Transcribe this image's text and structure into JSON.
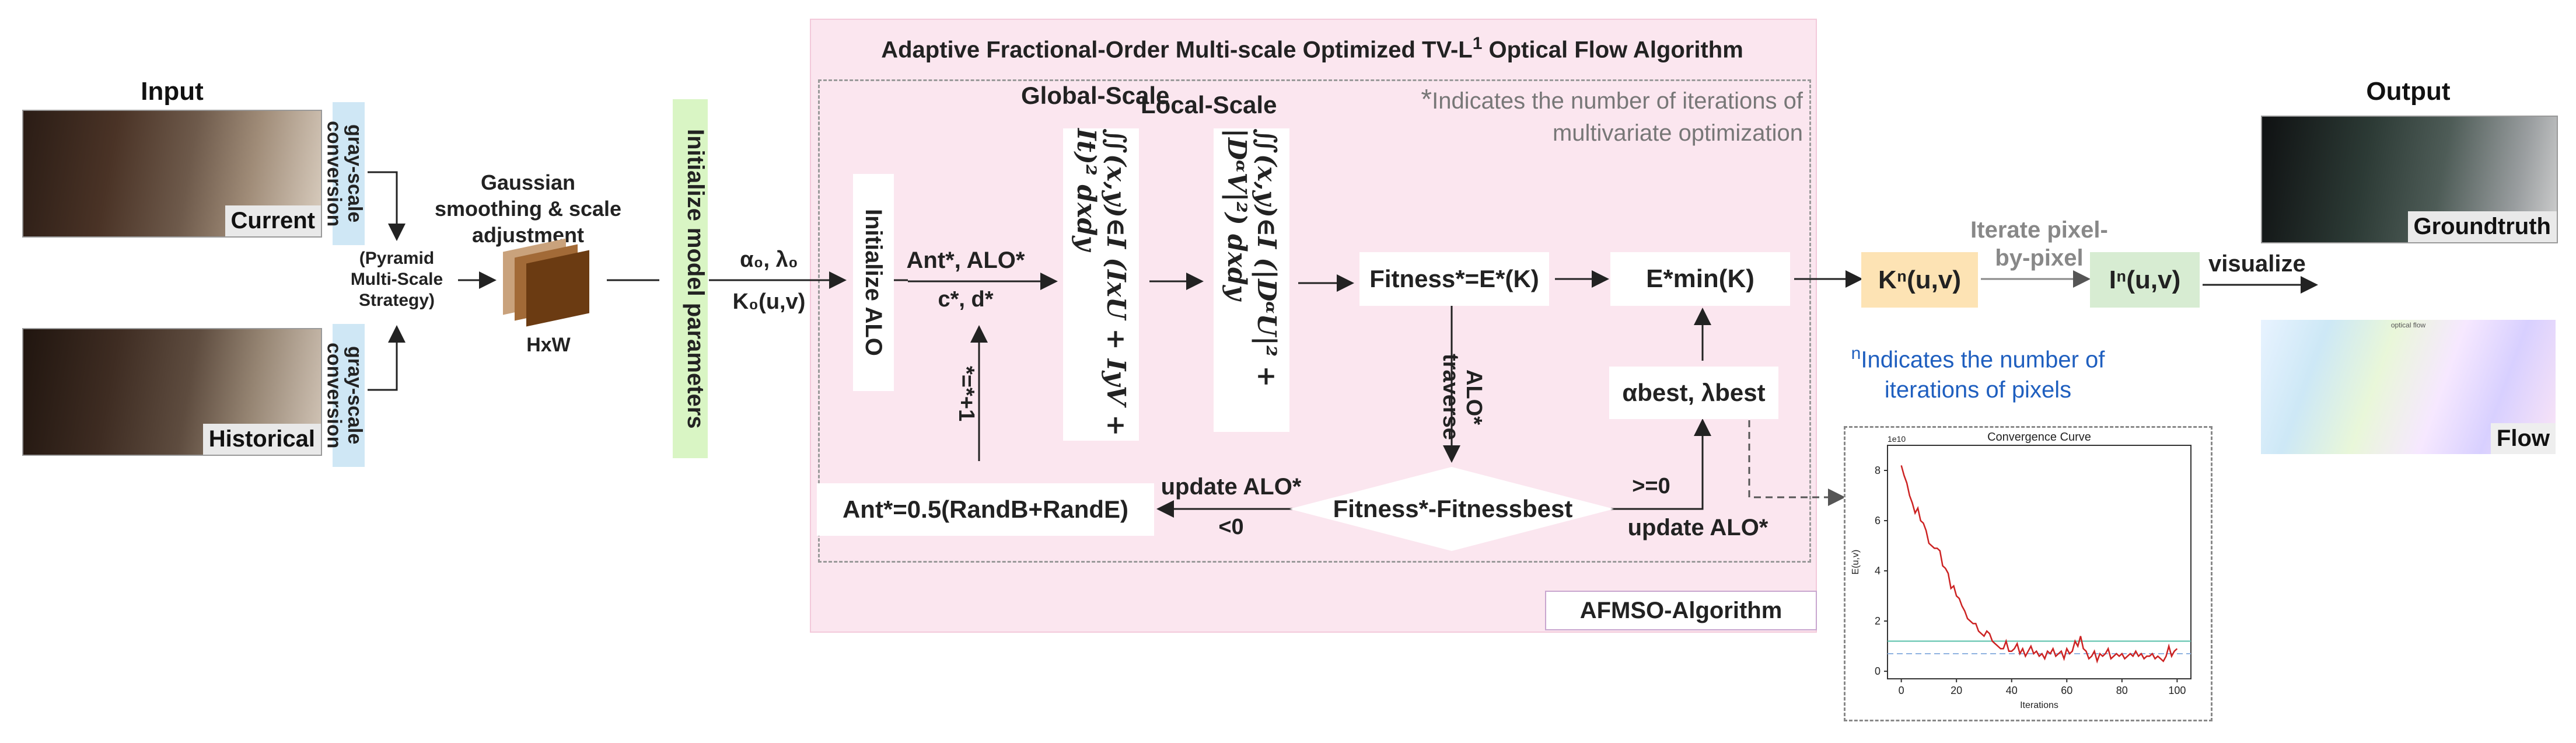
{
  "colors": {
    "algo_bg": "#fbe6ef",
    "algo_border": "#f3c9da",
    "gray_tag": "#cfe7f5",
    "init_params_bg": "#d9f5c4",
    "k_box": "#fde3b4",
    "i_box": "#d7ecd2",
    "blue_note": "#1f5fbf",
    "red_curve": "#cc2222"
  },
  "input": {
    "title": "Input",
    "current_label": "Current",
    "historical_label": "Historical",
    "gray_conversion": "gray-scale conversion",
    "pyramid": "(Pyramid Multi-Scale Strategy)"
  },
  "smoothing": {
    "title": "Gaussian smoothing & scale adjustment",
    "stack_label": "HxW"
  },
  "init_params": {
    "label": "Initialize model parameters",
    "params_line1": "α₀, λ₀",
    "params_line2": "K₀(u,v)"
  },
  "algorithm": {
    "title_main": "Adaptive Fractional-Order Multi-scale Optimized TV-L",
    "title_sup": "1",
    "title_end": " Optical Flow Algorithm",
    "note_star": "*",
    "note": "Indicates the number of iterations of multivariate optimization",
    "init_alo": "Initialize ALO",
    "ant_alo": "Ant*, ALO*",
    "cd": "c*, d*",
    "increment": "*=*+1",
    "global_scale": "Global-Scale",
    "local_scale": "Local-Scale",
    "global_formula": "∬(x,y)∈I (IxU + IyV + It)² dxdy",
    "local_formula": "∬(x,y)∈I (|DᵅU|² + |DᵅV|²) dxdy",
    "fitness": "Fitness*=E*(K)",
    "emin": "E*min(K)",
    "alo_traverse": "ALO* traverse",
    "best": "αbest, λbest",
    "compare": "Fitness*-Fitnessbest",
    "geq": ">=0",
    "lt": "<0",
    "update_left": "update ALO*",
    "update_right": "update ALO*",
    "ant_update": "Ant*=0.5(RandB+RandE)",
    "afmso_label": "AFMSO-Algorithm"
  },
  "pixel": {
    "k": "Kⁿ(u,v)",
    "iterate": "Iterate pixel-by-pixel",
    "i": "Iⁿ(u,v)",
    "visualize": "visualize",
    "note_sup": "n",
    "note": "Indicates the number of iterations of pixels"
  },
  "output": {
    "title": "Output",
    "groundtruth": "Groundtruth",
    "flow": "Flow",
    "flow_caption": "optical flow"
  },
  "chart_data": {
    "type": "line",
    "title": "Convergence Curve",
    "xlabel": "Iterations",
    "ylabel": "E(u,v)",
    "exponent": "1e10",
    "xlim": [
      -5,
      105
    ],
    "ylim": [
      -0.3,
      9
    ],
    "xticks": [
      0,
      20,
      40,
      60,
      80,
      100
    ],
    "yticks": [
      0,
      2,
      4,
      6,
      8
    ],
    "x": [
      0,
      1,
      2,
      3,
      4,
      5,
      6,
      7,
      8,
      9,
      10,
      11,
      12,
      13,
      14,
      15,
      16,
      17,
      18,
      19,
      20,
      21,
      22,
      23,
      24,
      25,
      26,
      27,
      28,
      29,
      30,
      31,
      32,
      33,
      34,
      35,
      36,
      37,
      38,
      39,
      40,
      41,
      42,
      43,
      44,
      45,
      46,
      47,
      48,
      49,
      50,
      51,
      52,
      53,
      54,
      55,
      56,
      57,
      58,
      59,
      60,
      61,
      62,
      63,
      64,
      65,
      66,
      67,
      68,
      69,
      70,
      71,
      72,
      73,
      74,
      75,
      76,
      77,
      78,
      79,
      80,
      81,
      82,
      83,
      84,
      85,
      86,
      87,
      88,
      89,
      90,
      91,
      92,
      93,
      94,
      95,
      96,
      97,
      98,
      99,
      100
    ],
    "values": [
      8.2,
      7.8,
      7.5,
      7.0,
      6.7,
      6.3,
      6.5,
      6.0,
      5.9,
      5.6,
      5.1,
      5.0,
      4.9,
      4.9,
      4.8,
      4.2,
      4.1,
      3.9,
      3.3,
      3.4,
      3.0,
      2.9,
      2.6,
      2.4,
      2.1,
      2.0,
      1.9,
      1.9,
      1.6,
      1.5,
      1.4,
      1.6,
      1.5,
      1.2,
      1.1,
      1.0,
      0.9,
      0.9,
      1.2,
      0.8,
      0.8,
      0.9,
      1.1,
      0.7,
      0.9,
      0.6,
      0.8,
      1.0,
      0.7,
      0.8,
      0.6,
      0.7,
      0.5,
      0.8,
      0.7,
      0.9,
      0.6,
      0.7,
      0.8,
      0.5,
      0.9,
      0.7,
      0.8,
      1.2,
      1.0,
      1.4,
      0.9,
      0.8,
      0.5,
      0.6,
      0.8,
      0.4,
      0.7,
      0.6,
      0.7,
      0.9,
      0.5,
      0.6,
      0.7,
      0.6,
      0.7,
      0.5,
      0.6,
      0.7,
      0.6,
      0.8,
      0.6,
      0.7,
      0.5,
      0.6,
      0.6,
      0.7,
      0.5,
      0.6,
      0.5,
      0.4,
      0.6,
      1.0,
      0.6,
      0.8,
      0.9
    ],
    "hlines": [
      1.2,
      0.7
    ],
    "hline_colors": [
      "#55bfa8",
      "#8fb3e0"
    ]
  }
}
